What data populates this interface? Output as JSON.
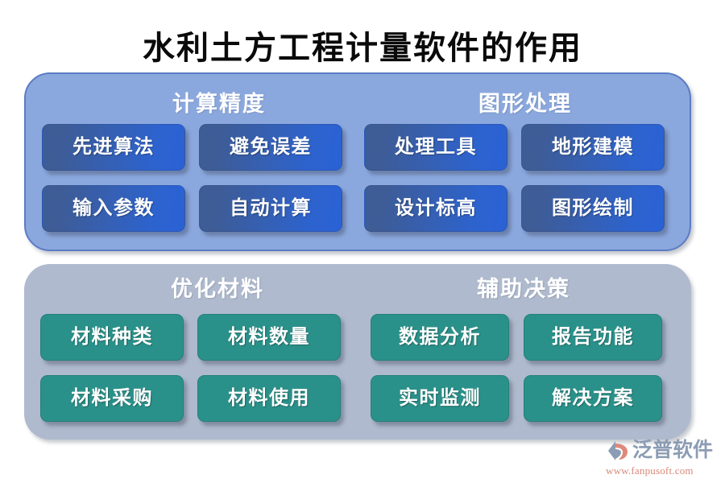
{
  "title": "水利土方工程计量软件的作用",
  "panels": [
    {
      "id": "blue",
      "theme_color": "#8BA8DE",
      "box_color": "#2D63CE",
      "groups": [
        {
          "heading": "计算精度",
          "boxes": [
            "先进算法",
            "避免误差",
            "输入参数",
            "自动计算"
          ]
        },
        {
          "heading": "图形处理",
          "boxes": [
            "处理工具",
            "地形建模",
            "设计标高",
            "图形绘制"
          ]
        }
      ]
    },
    {
      "id": "green",
      "theme_color": "#AFBACE",
      "box_color": "#2A918A",
      "groups": [
        {
          "heading": "优化材料",
          "boxes": [
            "材料种类",
            "材料数量",
            "材料采购",
            "材料使用"
          ]
        },
        {
          "heading": "辅助决策",
          "boxes": [
            "数据分析",
            "报告功能",
            "实时监测",
            "解决方案"
          ]
        }
      ]
    }
  ],
  "logo": {
    "wordmark": "泛普软件",
    "url": "www.fanpusoft.com",
    "mark_color": "#8C9CB4",
    "accent_color": "#E0897A"
  }
}
